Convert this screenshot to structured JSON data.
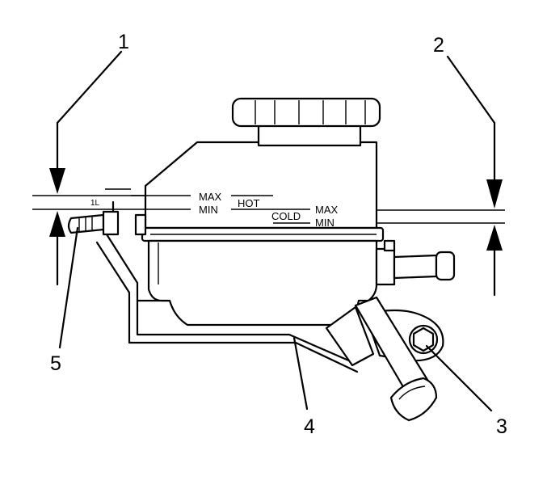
{
  "callouts": {
    "c1": "1",
    "c2": "2",
    "c3": "3",
    "c4": "4",
    "c5": "5"
  },
  "levels": {
    "max_hot": "MAX",
    "min_hot": "MIN",
    "hot": "HOT",
    "cold": "COLD",
    "max_cold": "MAX",
    "min_cold": "MIN",
    "fill_mark": "1L"
  }
}
